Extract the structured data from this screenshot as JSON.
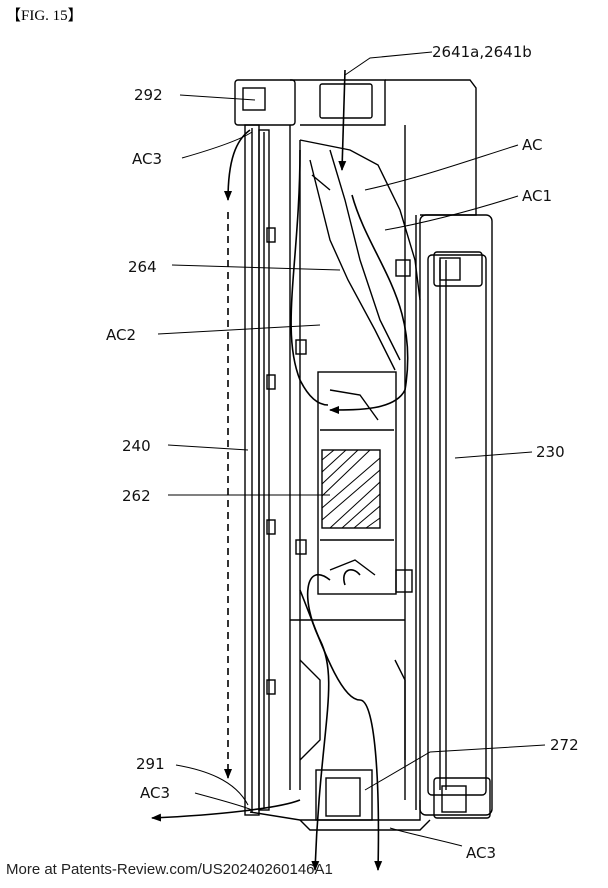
{
  "figure": {
    "label": "【FIG. 15】"
  },
  "labels": {
    "l_2641": "2641a,2641b",
    "l_292": "292",
    "l_ac3_top": "AC3",
    "l_ac": "AC",
    "l_ac1": "AC1",
    "l_264": "264",
    "l_ac2": "AC2",
    "l_240": "240",
    "l_230": "230",
    "l_262": "262",
    "l_291": "291",
    "l_272": "272",
    "l_ac3_bl": "AC3",
    "l_ac3_br": "AC3"
  },
  "footer": {
    "text": "More at Patents-Review.com/US20240260146A1"
  }
}
